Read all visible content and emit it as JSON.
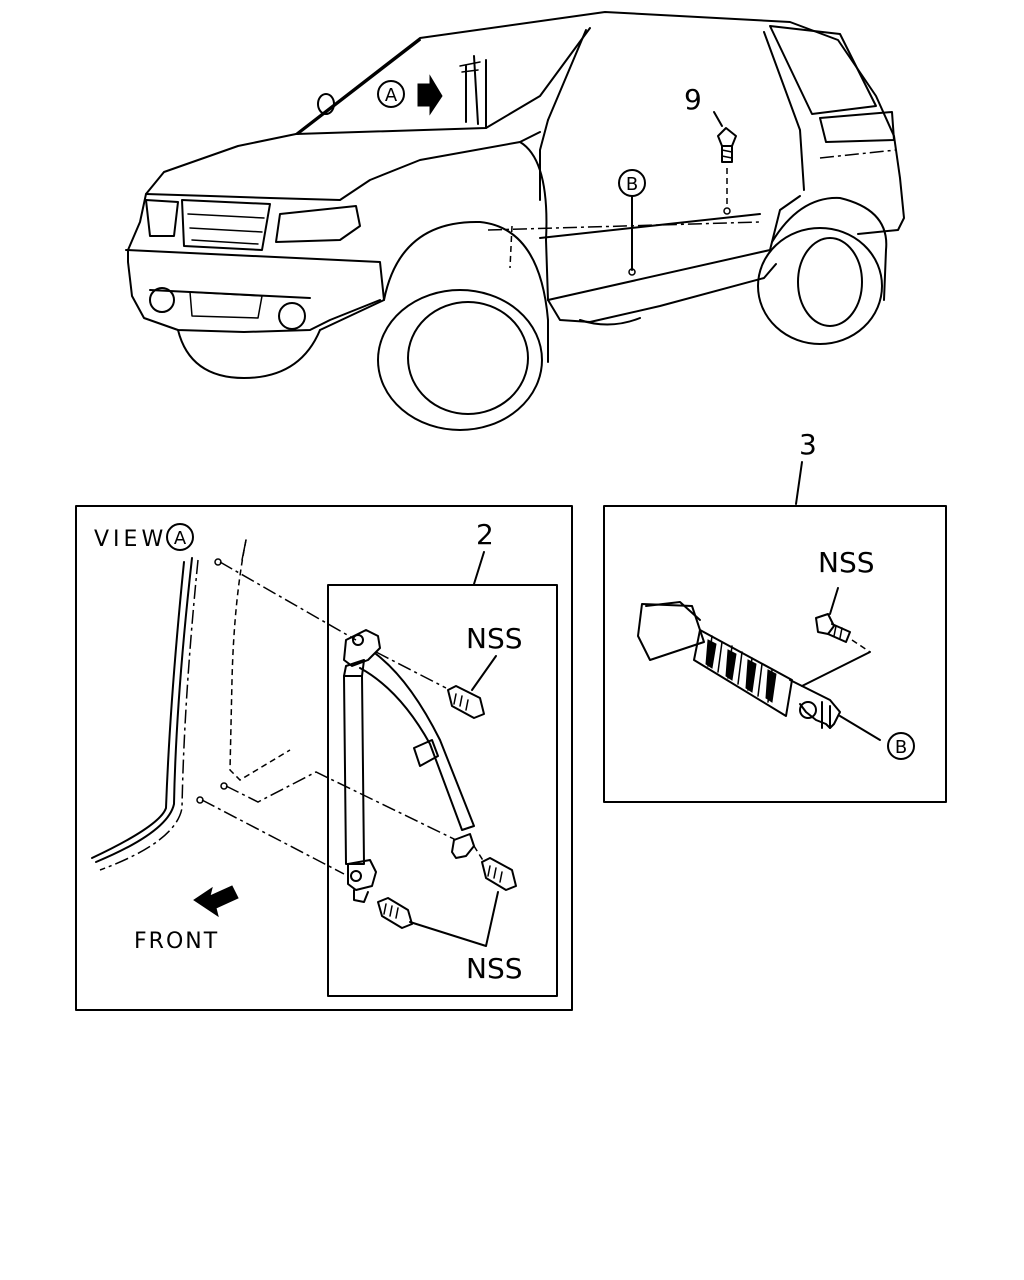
{
  "callouts": {
    "part_9": "9",
    "part_3": "3",
    "part_2": "2",
    "view_a_marker": "A",
    "anchor_b_marker": "B",
    "nss_upper_left": "NSS",
    "nss_lower_left": "NSS",
    "nss_right": "NSS",
    "view_label": "VIEW",
    "view_circle": "A",
    "b_circle_right": "B",
    "front_label": "FRONT"
  },
  "colors": {
    "line": "#000000",
    "background": "#ffffff"
  }
}
